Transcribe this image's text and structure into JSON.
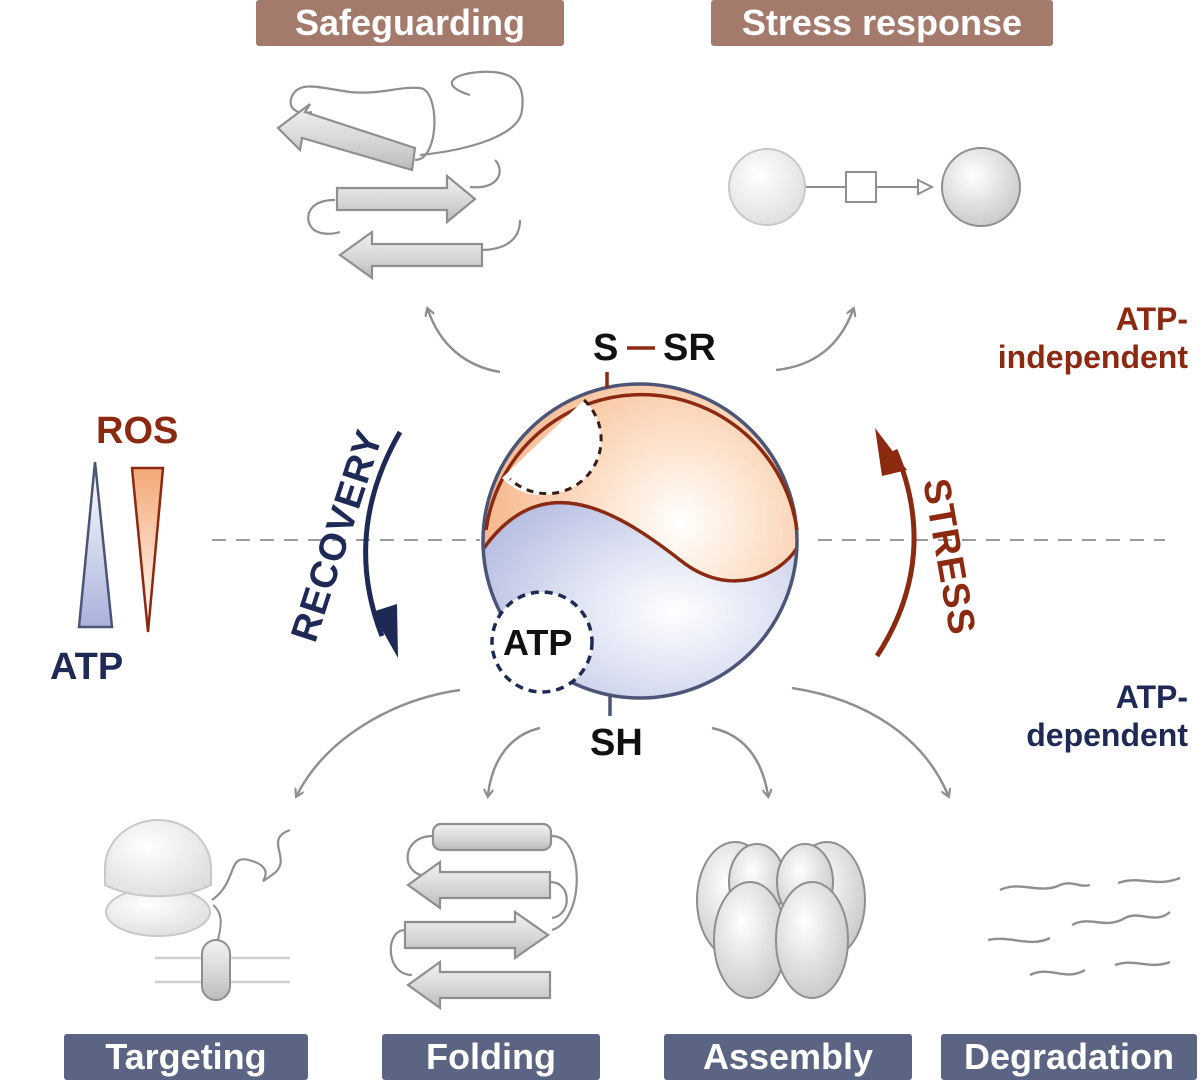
{
  "categories_top": [
    {
      "label": "Safeguarding"
    },
    {
      "label": "Stress response"
    }
  ],
  "categories_bottom": [
    {
      "label": "Targeting"
    },
    {
      "label": "Folding"
    },
    {
      "label": "Assembly"
    },
    {
      "label": "Degradation"
    }
  ],
  "side_labels": {
    "atp_independent": {
      "line1": "ATP-",
      "line2": "independent"
    },
    "atp_dependent": {
      "line1": "ATP-",
      "line2": "dependent"
    }
  },
  "gradient_legend": {
    "ros": "ROS",
    "atp": "ATP"
  },
  "central": {
    "oxidized_label": "S",
    "oxidized_modifier": "SR",
    "reduced_label": "SH",
    "atp_site": "ATP"
  },
  "transitions": {
    "recovery": "RECOVERY",
    "stress": "STRESS"
  },
  "colors": {
    "oxidized": "#f4a877",
    "oxidized_outline": "#8b2a10",
    "reduced": "#b5bde0",
    "reduced_outline": "#4c5577",
    "recovery_arrow": "#1e2a55",
    "stress_arrow": "#8b2a10",
    "top_box": "#a47a6c",
    "bottom_box": "#5b6482"
  }
}
